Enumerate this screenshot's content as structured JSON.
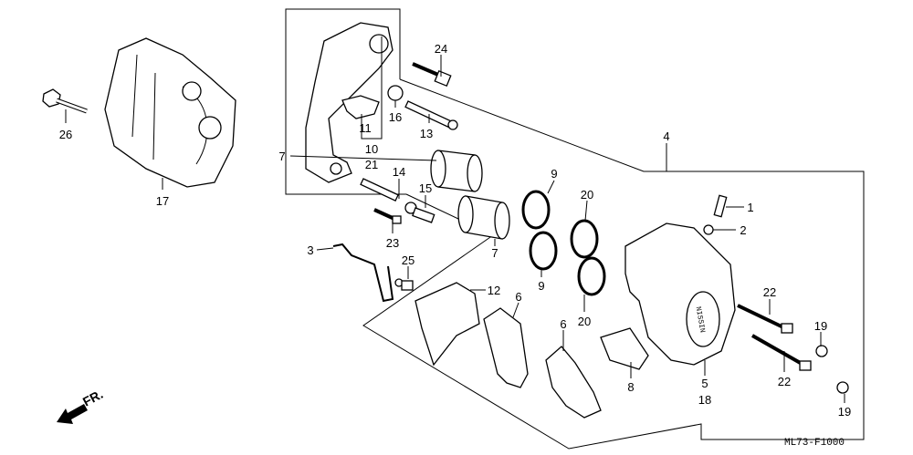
{
  "diagram": {
    "code": "ML73-F1000",
    "direction_label": "FR.",
    "labels": {
      "l26": "26",
      "l17": "17",
      "l24": "24",
      "l16": "16",
      "l13": "13",
      "l11": "11",
      "l10": "10",
      "l21": "21",
      "l7a": "7",
      "l7b": "7",
      "l14": "14",
      "l15": "15",
      "l23": "23",
      "l3": "3",
      "l25": "25",
      "l12": "12",
      "l9a": "9",
      "l9b": "9",
      "l20a": "20",
      "l20b": "20",
      "l4": "4",
      "l1": "1",
      "l2": "2",
      "l6a": "6",
      "l6b": "6",
      "l8": "8",
      "l5": "5",
      "l18": "18",
      "l22a": "22",
      "l22b": "22",
      "l19a": "19",
      "l19b": "19"
    },
    "caliper_brand_text": "NISSIN"
  }
}
